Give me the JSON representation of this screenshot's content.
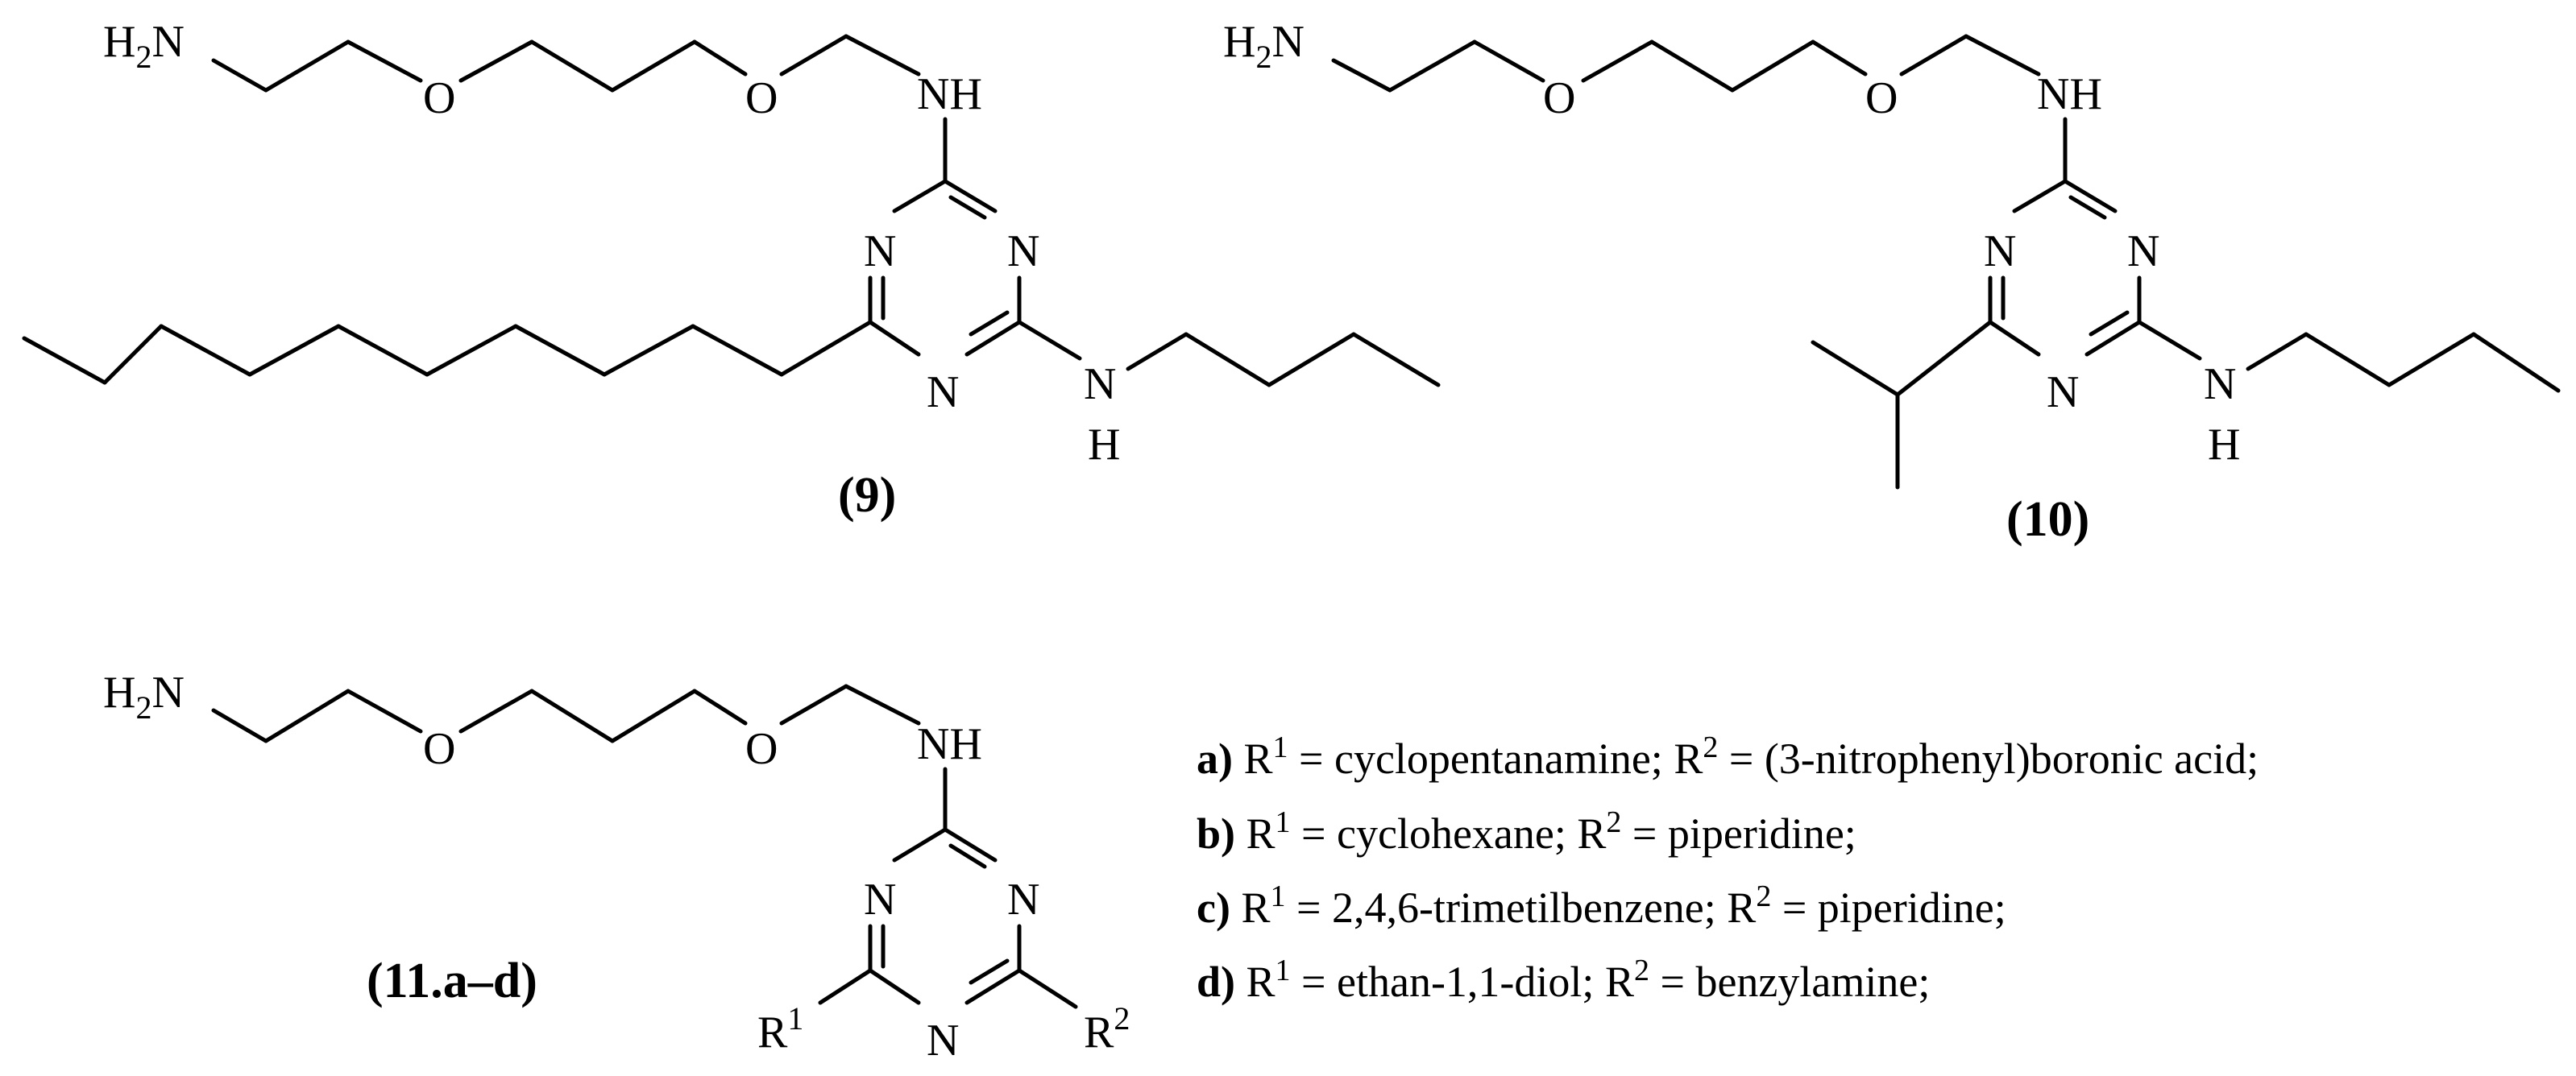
{
  "atoms": {
    "amine_h": "H",
    "amine_sub": "2",
    "amine_n": "N",
    "oxygen": "O",
    "nh": "NH",
    "ring_n": "N",
    "side_n": "N",
    "side_h": "H",
    "r1_letter": "R",
    "r1_sup": "1",
    "r2_letter": "R",
    "r2_sup": "2"
  },
  "compounds": {
    "c9": "(9)",
    "c10": "(10)",
    "c11": "(11.a–d)"
  },
  "substituents": [
    {
      "tag": "a)",
      "r1": "cyclopentanamine;",
      "r2": "(3-nitrophenyl)boronic  acid;"
    },
    {
      "tag": "b)",
      "r1": "cyclohexane;",
      "r2": "piperidine;"
    },
    {
      "tag": "c)",
      "r1": "2,4,6-trimetilbenzene;",
      "r2": "piperidine;"
    },
    {
      "tag": "d)",
      "r1": "ethan-1,1-diol;",
      "r2": "benzylamine;"
    }
  ],
  "notation": {
    "r_letter": "R",
    "r1_sup": "1",
    "r2_sup": "2",
    "equals": " = "
  }
}
